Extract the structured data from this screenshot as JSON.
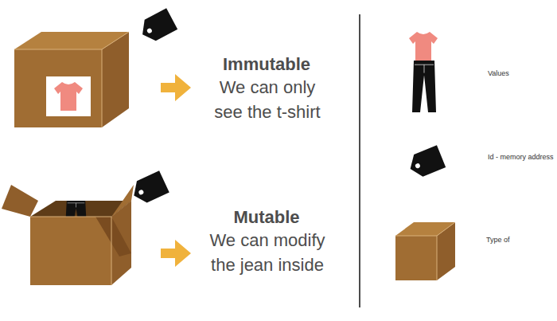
{
  "diagram": {
    "labels": [
      "Immutable",
      "We can only see the t-shirt",
      "Mutable",
      "We can modify the jean inside",
      "Values",
      "Id - memory address",
      "Type of"
    ]
  }
}
